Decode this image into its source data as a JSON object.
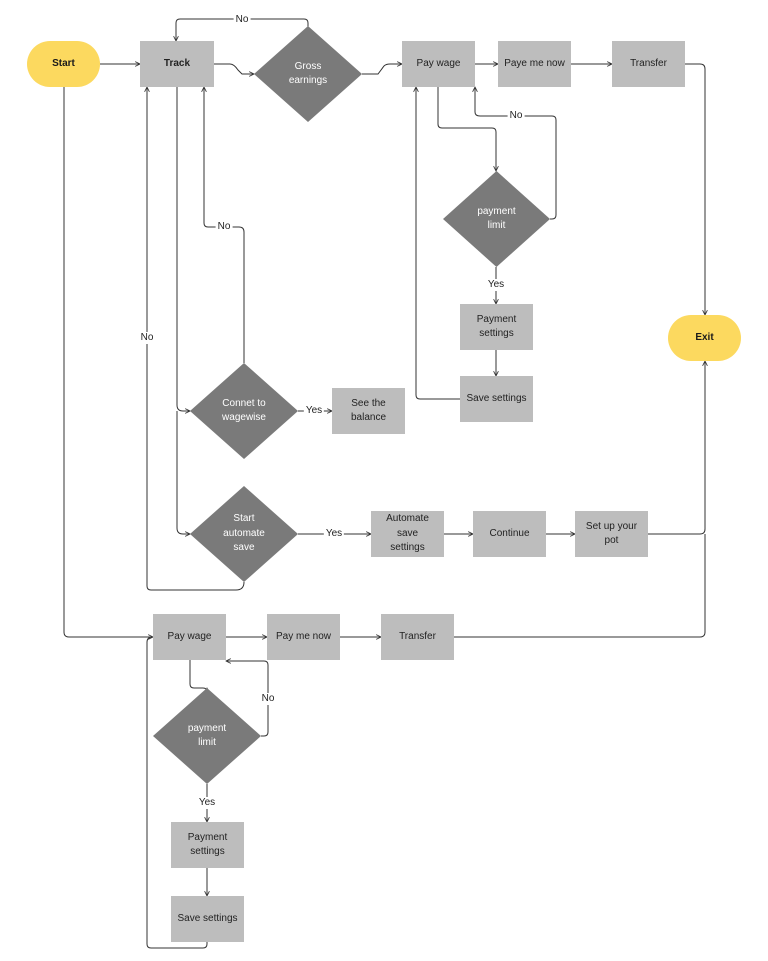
{
  "nodes": {
    "start": "Start",
    "exit": "Exit",
    "track": "Track",
    "gross_earnings": "Gross\nearnings",
    "pay_wage_top": "Pay wage",
    "paye_me_now": "Paye me now",
    "transfer_top": "Transfer",
    "payment_limit_top": "payment\nlimit",
    "payment_settings_top": "Payment\nsettings",
    "save_settings_top": "Save settings",
    "connect_wagewise": "Connet to\nwagewise",
    "see_balance": "See the\nbalance",
    "start_automate_save": "Start\nautomate\nsave",
    "automate_save_settings": "Automate save\nsettings",
    "continue": "Continue",
    "set_up_pot": "Set up your pot",
    "pay_wage_bottom": "Pay wage",
    "pay_me_now_bottom": "Pay me now",
    "transfer_bottom": "Transfer",
    "payment_limit_bottom": "payment\nlimit",
    "payment_settings_bottom": "Payment\nsettings",
    "save_settings_bottom": "Save settings"
  },
  "edge_labels": {
    "no_gross": "No",
    "no_limit_top": "No",
    "yes_limit_top": "Yes",
    "no_connect": "No",
    "yes_connect": "Yes",
    "no_automate": "No",
    "yes_automate": "Yes",
    "no_limit_bottom": "No",
    "yes_limit_bottom": "Yes"
  },
  "colors": {
    "terminal": "#fcd95f",
    "process": "#bdbdbd",
    "decision": "#7a7a7a",
    "connector": "#333333"
  }
}
